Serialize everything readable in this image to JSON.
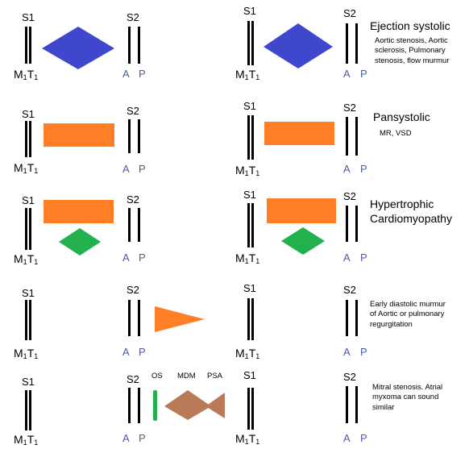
{
  "labels": {
    "s1": "S1",
    "s2": "S2",
    "m1": "M",
    "m1_sub": "1",
    "t1": "T",
    "t1_sub": "1",
    "a": "A",
    "p": "P",
    "os": "OS",
    "mdm": "MDM",
    "psa": "PSA"
  },
  "rows": [
    {
      "title": "Ejection systolic",
      "description": "Aortic stenosis, Aortic sclerosis, Pulmonary stenosis, flow murmur"
    },
    {
      "title": "Pansystolic",
      "description": "MR, VSD"
    },
    {
      "title": "Hypertrophic Cardiomyopathy",
      "description": ""
    },
    {
      "title": "",
      "description": "Early diastolic murmur of Aortic or pulmonary regurgitation"
    },
    {
      "title": "",
      "description": "Mitral stenosis. Atrial myxoma can sound similar"
    }
  ],
  "colors": {
    "diamond_blue": "#3f48cc",
    "rect_orange": "#ff7f27",
    "diamond_green": "#22b14c",
    "triangle_orange": "#ff7f27",
    "ms_brown": "#b97a57",
    "os_green": "#22b14c",
    "ap_label": "#4a5ba8"
  }
}
